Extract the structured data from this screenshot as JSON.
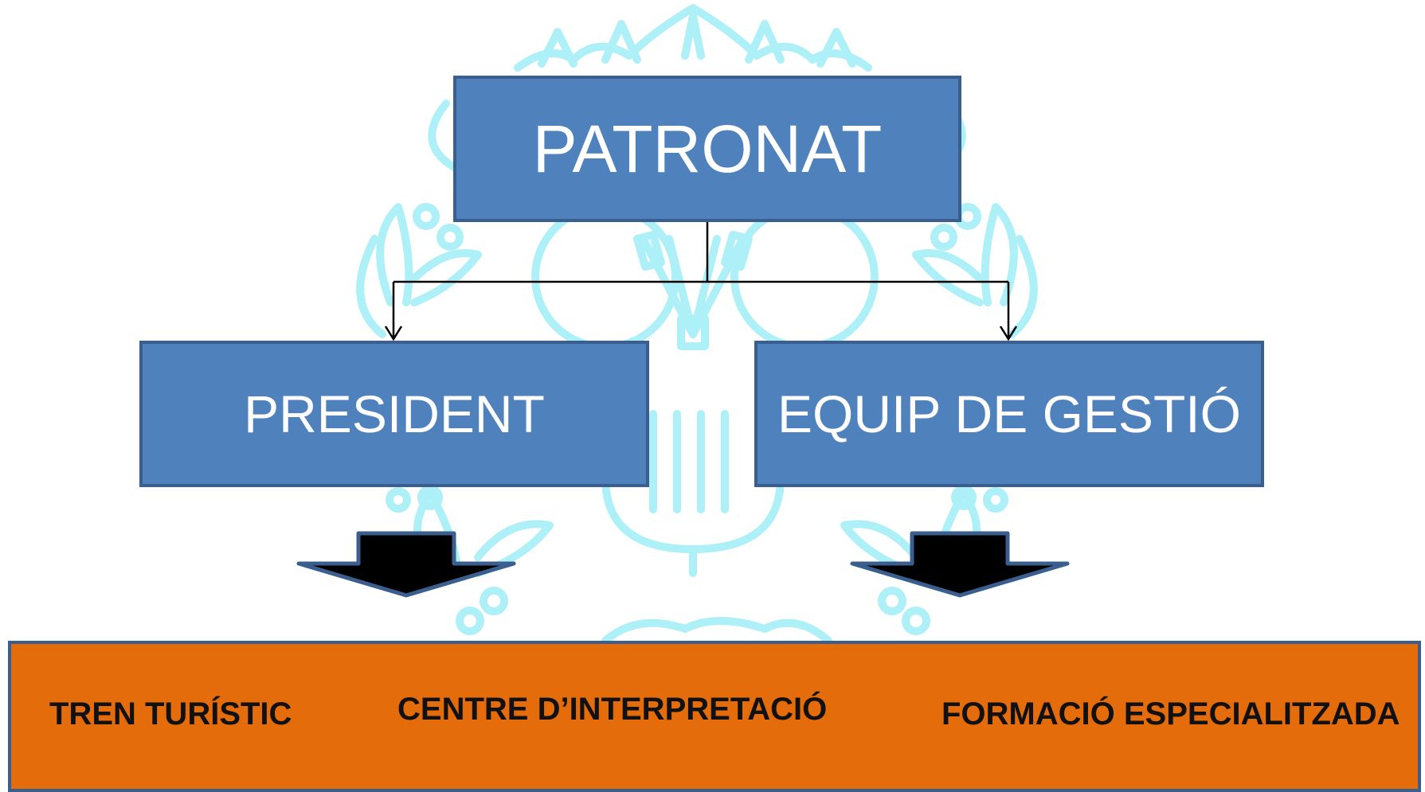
{
  "colors": {
    "box_fill": "#4f81bd",
    "box_border": "#3a5f8f",
    "bar_fill": "#e46c0a",
    "watermark": "#aef0f7",
    "arrow_fill": "#000000",
    "text_light": "#ffffff",
    "text_dark": "#111111"
  },
  "nodes": {
    "patronat": "PATRONAT",
    "president": "PRESIDENT",
    "equip": "EQUIP DE GESTIÓ"
  },
  "services": [
    "TREN TURÍSTIC",
    "CENTRE D’INTERPRETACIÓ",
    "FORMACIÓ ESPECIALITZADA"
  ],
  "watermark_icon": "coat-of-arms-icon",
  "arrow_icon": "block-arrow-down-icon"
}
